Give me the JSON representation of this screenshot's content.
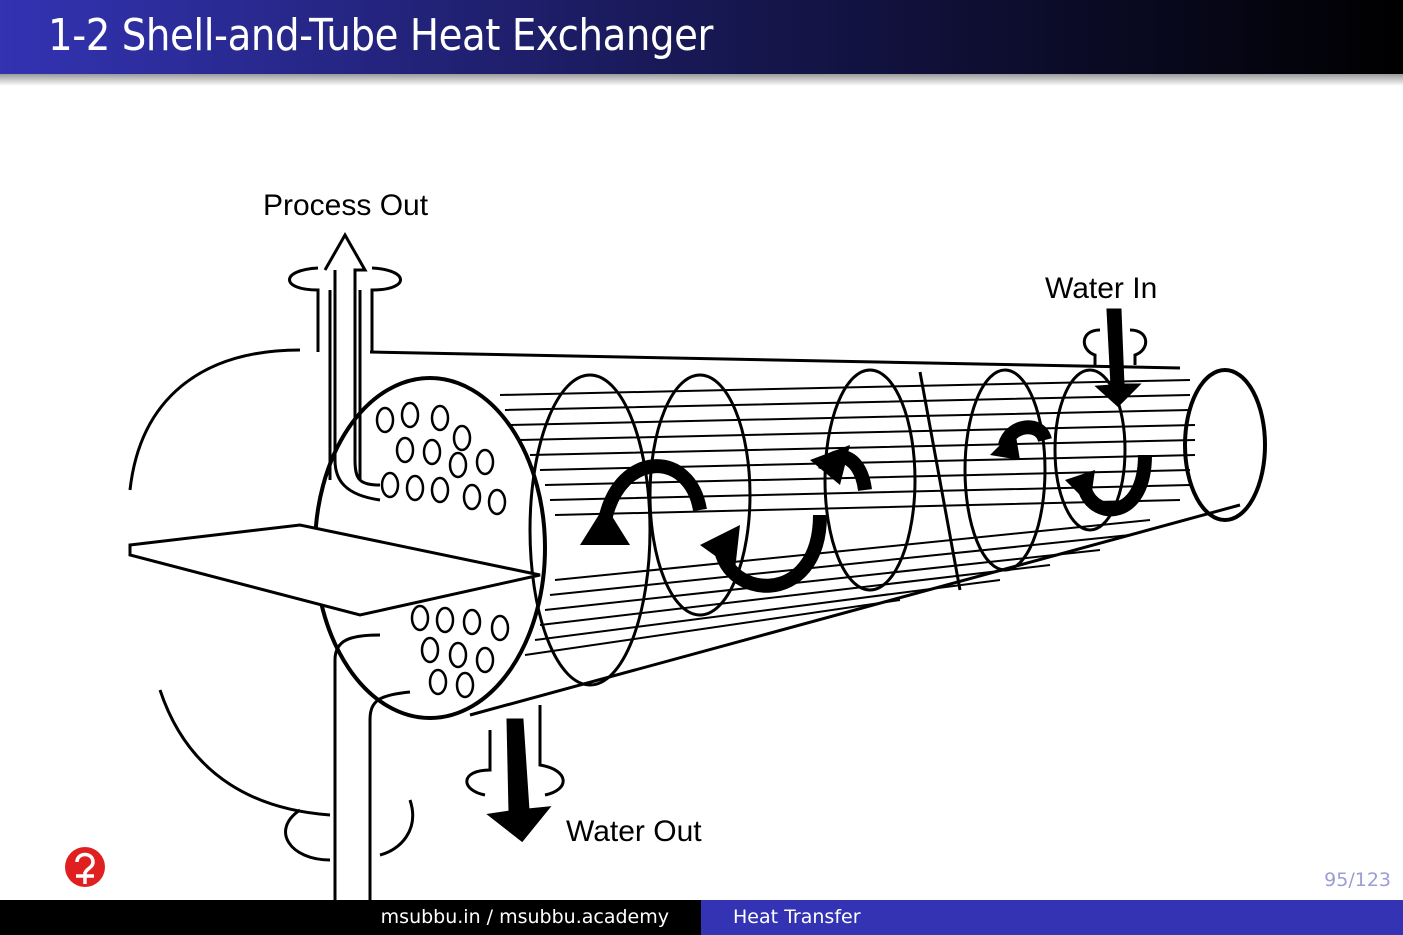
{
  "slide": {
    "title": "1-2 Shell-and-Tube Heat Exchanger",
    "page": "95/123"
  },
  "diagram": {
    "labels": {
      "process_out": "Process Out",
      "water_in": "Water In",
      "water_out": "Water Out"
    }
  },
  "footer": {
    "left": "msubbu.in / msubbu.academy",
    "right": "Heat Transfer"
  },
  "colors": {
    "title_blue": "#3333b3",
    "logo_red": "#e02020"
  }
}
